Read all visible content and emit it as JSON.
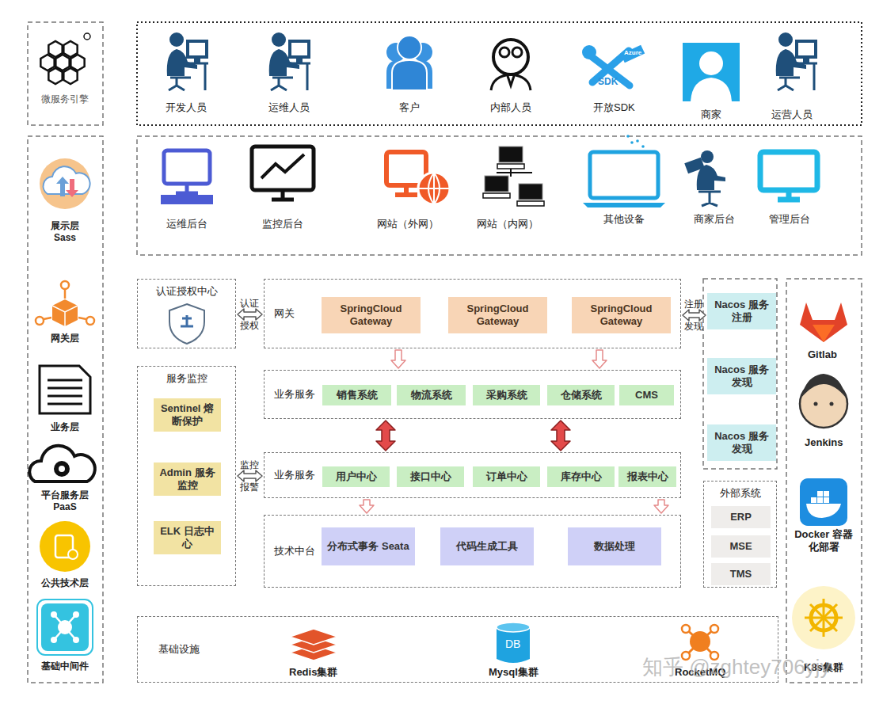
{
  "diagram": {
    "nodes": [
      {
        "text": [
          "认证授权中心"
        ]
      },
      {
        "text": [
          "网关"
        ]
      },
      {
        "text": [
          "SpringCloud Gateway"
        ],
        "in": 1
      },
      {
        "text": [
          "SpringCloud Gateway"
        ],
        "in": 1
      },
      {
        "text": [
          "SpringCloud Gateway"
        ],
        "in": 1
      },
      {
        "text": [
          "Nacos 服务注册"
        ]
      },
      {
        "text": [
          "Nacos 服务发现"
        ]
      },
      {
        "text": [
          "Nacos 服务发现"
        ]
      },
      {
        "text": [
          "服务监控"
        ]
      },
      {
        "text": [
          "Sentinel 熔断保护"
        ],
        "in": 8
      },
      {
        "text": [
          "Admin 服务监控"
        ],
        "in": 8
      },
      {
        "text": [
          "ELK 日志中心"
        ],
        "in": 8
      },
      {
        "text": [
          "业务服务"
        ]
      },
      {
        "text": [
          "销售系统"
        ],
        "in": 12
      },
      {
        "text": [
          "物流系统"
        ],
        "in": 12
      },
      {
        "text": [
          "采购系统"
        ],
        "in": 12
      },
      {
        "text": [
          "仓储系统"
        ],
        "in": 12
      },
      {
        "text": [
          "CMS"
        ],
        "in": 12
      },
      {
        "text": [
          "业务服务"
        ]
      },
      {
        "text": [
          "用户中心"
        ],
        "in": 18
      },
      {
        "text": [
          "接口中心"
        ],
        "in": 18
      },
      {
        "text": [
          "订单中心"
        ],
        "in": 18
      },
      {
        "text": [
          "库存中心"
        ],
        "in": 18
      },
      {
        "text": [
          "报表中心"
        ],
        "in": 18
      },
      {
        "text": [
          "技术中台"
        ]
      },
      {
        "text": [
          "分布式事务 Seata"
        ],
        "in": 24
      },
      {
        "text": [
          "代码生成工具"
        ],
        "in": 24
      },
      {
        "text": [
          "数据处理"
        ],
        "in": 24
      },
      {
        "text": [
          "外部系统"
        ]
      },
      {
        "text": [
          "ERP"
        ],
        "in": 28
      },
      {
        "text": [
          "MSE"
        ],
        "in": 28
      },
      {
        "text": [
          "TMS"
        ],
        "in": 28
      },
      {
        "text": [
          "基础设施"
        ]
      }
    ],
    "edges": [
      {
        "from": 0,
        "to": 1,
        "arrow": "both",
        "label": "认证 授权"
      },
      {
        "from": 1,
        "to": 5,
        "arrow": "both",
        "label": "注册 发现"
      },
      {
        "from": 1,
        "to": 12,
        "arrow": "to"
      },
      {
        "from": 1,
        "to": 12,
        "arrow": "to"
      },
      {
        "from": 12,
        "to": 18,
        "arrow": "both"
      },
      {
        "from": 12,
        "to": 18,
        "arrow": "both"
      },
      {
        "from": 8,
        "to": 18,
        "arrow": "both",
        "label": "监控 报警"
      },
      {
        "from": 18,
        "to": 24,
        "arrow": "to"
      },
      {
        "from": 18,
        "to": 24,
        "arrow": "to"
      }
    ],
    "labels": [
      "微服务引擎",
      "展示层 Sass",
      "网关层",
      "业务层",
      "平台服务层 PaaS",
      "公共技术层",
      "基础中间件",
      "开发人员",
      "运维人员",
      "客户",
      "内部人员",
      "开放SDK",
      "商家",
      "运营人员",
      "SDK",
      "Azure",
      "运维后台",
      "监控后台",
      "网站（外网）",
      "网站（内网）",
      "其他设备",
      "商家后台",
      "管理后台",
      "DB",
      "Redis集群",
      "Mysql集群",
      "RocketMQ",
      "Gitlab",
      "Jenkins",
      "Docker 容器化部署",
      "K8s集群",
      "知乎 @zghtey706yjy"
    ]
  }
}
